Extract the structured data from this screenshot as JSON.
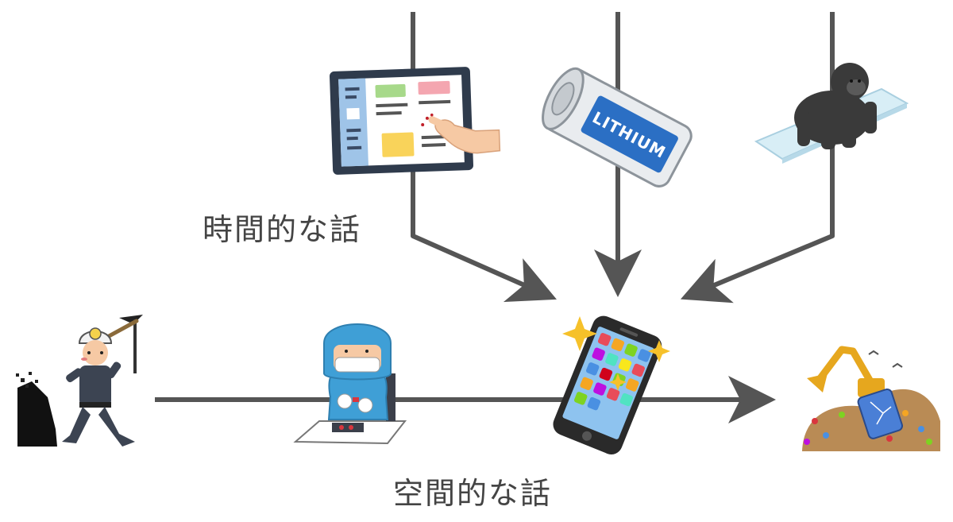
{
  "labels": {
    "time": "時間的な話",
    "space": "空間的な話"
  },
  "battery": {
    "text": "LITHIUM"
  },
  "colors": {
    "line": "#555555",
    "tablet_frame": "#2f3b4c",
    "battery_blue": "#2b6fc4",
    "hazmat_blue": "#3f9fd6",
    "gorilla": "#3a3a3a",
    "excavator": "#e6a71e"
  },
  "icons": {
    "top_left": "tablet-icon",
    "top_middle": "lithium-battery-icon",
    "top_right": "gorilla-on-glass-icon",
    "bottom_1": "miner-icon",
    "bottom_2": "factory-worker-icon",
    "center": "smartphone-icon",
    "bottom_end": "landfill-excavator-icon"
  }
}
